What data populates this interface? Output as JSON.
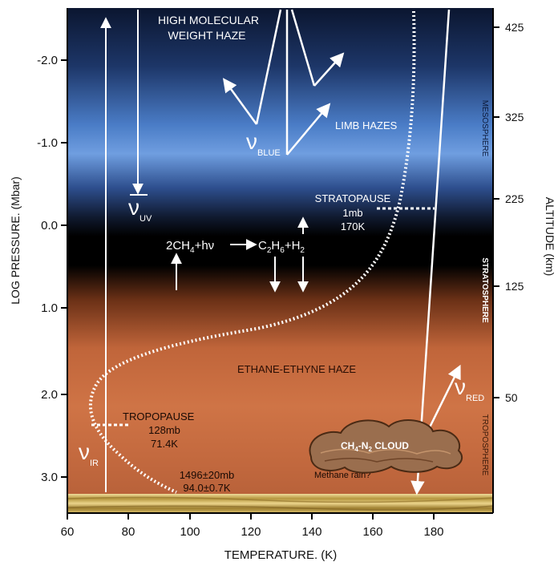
{
  "axes": {
    "y_left_label": "LOG PRESSURE. (Mbar)",
    "y_left_ticks": [
      "-2.0",
      "-1.0",
      "0.0",
      "1.0",
      "2.0",
      "3.0"
    ],
    "x_label": "TEMPERATURE. (K)",
    "x_ticks": [
      "60",
      "80",
      "100",
      "120",
      "140",
      "160",
      "180"
    ],
    "y_right_label": "ALTITUDE (km)",
    "y_right_ticks": [
      "425",
      "325",
      "225",
      "125",
      "50"
    ]
  },
  "layers": {
    "mesosphere": "MESOSPHERE",
    "stratosphere": "STRATOSPHERE",
    "troposphere": "TROPOSPHERE"
  },
  "labels": {
    "high_haze_line1": "HIGH MOLECULAR",
    "high_haze_line2": "WEIGHT HAZE",
    "limb_hazes": "LIMB HAZES",
    "nu": "ν",
    "sub_blue": "BLUE",
    "sub_uv": "UV",
    "sub_ir": "IR",
    "sub_red": "RED",
    "stratopause": "STRATOPAUSE",
    "stratopause_p": "1mb",
    "stratopause_t": "170K",
    "eq_left_a": "2CH",
    "eq_left_sub": "4",
    "eq_left_b": "+hν",
    "eq_right_a": "C",
    "eq_right_sub1": "2",
    "eq_right_b": "H",
    "eq_right_sub2": "6",
    "eq_right_c": "+H",
    "eq_right_sub3": "2",
    "ethane_haze": "ETHANE-ETHYNE HAZE",
    "tropopause": "TROPOPAUSE",
    "tropopause_p": "128mb",
    "tropopause_t": "71.4K",
    "surface_p": "1496±20mb",
    "surface_t": "94.0±0.7K",
    "cloud_a": "CH",
    "cloud_sub": "4",
    "cloud_b": "-N",
    "cloud_sub2": "2",
    "cloud_c": " CLOUD",
    "methane_rain": "Methane rain?"
  },
  "colors": {
    "sky_top": "#0b1a3a",
    "sky_blue": "#5f8fd6",
    "black_band": "#000000",
    "haze_orange": "#c96a3c",
    "surface": "#d9c27a",
    "cloud": "#9a6e4e"
  }
}
